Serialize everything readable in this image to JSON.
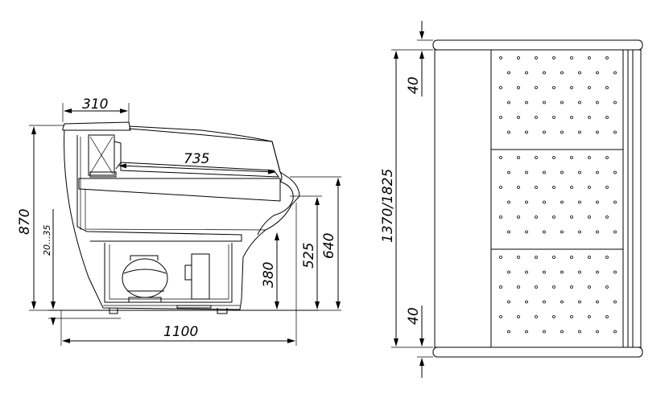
{
  "side_view": {
    "dims": {
      "top_width": "310",
      "depth_inner": "735",
      "height_total": "870",
      "foot_adjust": "20...35",
      "base_height": "380",
      "counter_height": "525",
      "top_height": "640",
      "length": "1100"
    }
  },
  "front_view": {
    "dims": {
      "width": "1370/1825",
      "top_margin": "40",
      "bottom_margin": "40"
    }
  },
  "colors": {
    "line": "#000000",
    "background": "#ffffff"
  }
}
